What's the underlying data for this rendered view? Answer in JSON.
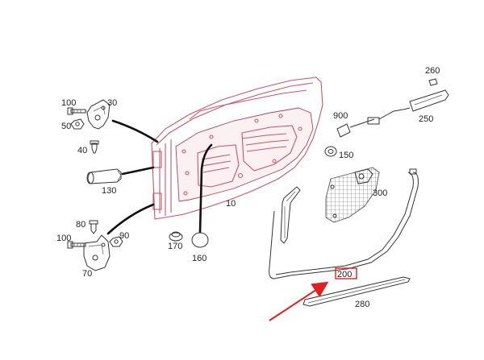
{
  "highlight_color": "#e02020",
  "part_numbers": {
    "p10": "10",
    "p30": "30",
    "p40": "40",
    "p50": "50",
    "p70": "70",
    "p80": "80",
    "p90": "90",
    "p100_top": "100",
    "p100_bottom": "100",
    "p130": "130",
    "p150": "150",
    "p160": "160",
    "p170": "170",
    "p200": "200",
    "p250": "250",
    "p260": "260",
    "p280": "280",
    "p300": "300",
    "p900": "900"
  }
}
